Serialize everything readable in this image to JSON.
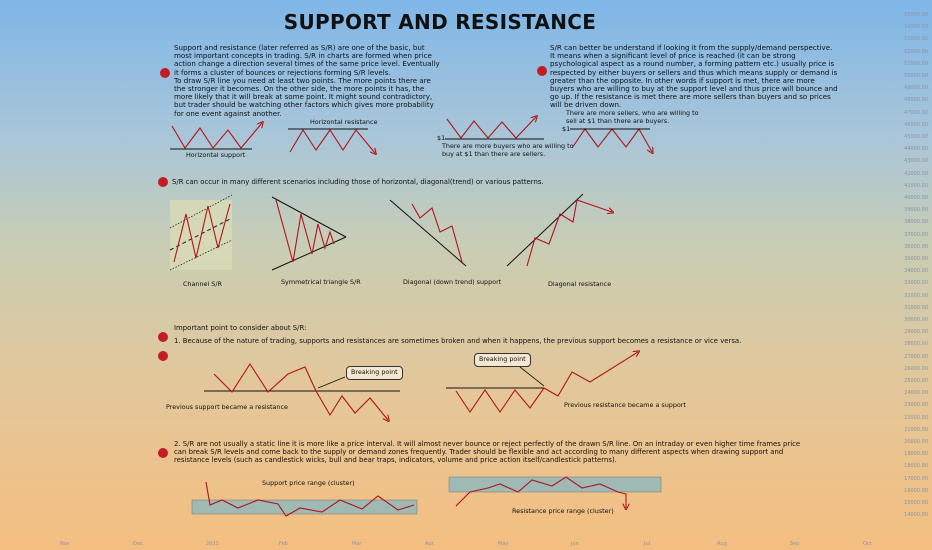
{
  "title": "SUPPORT AND RESISTANCE",
  "intro": {
    "left": "Support and resistance (later referred as S/R) are one of the basic, but\nmost important concepts in trading. S/R in charts are formed when price\naction change a direction several times of the same price level. Eventually\nit forms a cluster of bounces or rejections forming S/R levels.\nTo draw S/R line you need at least two points. The more points there are\nthe stronger it becomes. On the other side, the more points it has, the\nmore likely that it will break at some point. It might sound contradictory,\nbut trader should be watching other factors which gives more probability\nfor one event against another.",
    "right": "S/R can better be understand if looking it from the supply/demand perspective.\nIt means when a significant level of price is reached (it can be strong\npsychological aspect as a round number, a forming pattern etc.) usually price is\nrespected by either buyers or sellers and thus which means supply or demand is\ngreater than the opposite. In other words if support is met, there are more\nbuyers who are willing to buy at the support level and thus price will bounce and\ngo up. If the resistance is met there are more sellers than buyers and so prices\nwill be driven down."
  },
  "labels": {
    "horizontal_support": "Horizontal support",
    "horizontal_resistance": "Horizontal resistance",
    "dollar_1": "$1",
    "dollar_2": "$1",
    "buyers_note": "There are more buyers who are willing to\nbuy at $1 than there are sellers.",
    "sellers_note": "There are more sellers, who are willing to\nsell at $1 than there are buyers.",
    "scenarios": "S/R can occur in many different scenarios including those of horizontal, diagonal(trend) or various patterns.",
    "channel": "Channel S/R",
    "triangle": "Symmetrical triangle S/R",
    "diag_support": "Diagonal (down trend) support",
    "diag_resistance": "Diagonal resistance",
    "important": "Important point to consider about S/R:",
    "point1": "1. Because of the nature of trading, supports and resistances are sometimes broken and when it happens, the previous support becomes a resistance or vice versa.",
    "breaking_1": "Breaking point",
    "breaking_2": "Breaking point",
    "prev_support": "Previous support became a resistance",
    "prev_resistance": "Previous resistance became a support",
    "point2": "2. S/R are not usually a static line it is more like a price interval. It will almost never bounce or reject perfectly of the drawn S/R line. On an intraday or even higher time frames price\ncan break S/R levels and come back to the supply or demand zones frequently. Trader should be flexible and act according to many different aspects when drawing support and\nresistance levels (such as candlestick wicks, bull and bear traps, indicators, volume and price action itself/candlestick patterns).",
    "support_range": "Support price range (cluster)",
    "resistance_range": "Resistance price range (cluster)"
  },
  "axis_ticks": [
    "55000.00",
    "54000.00",
    "53000.00",
    "52000.00",
    "51000.00",
    "50000.00",
    "49000.00",
    "48000.00",
    "47000.00",
    "46000.00",
    "45000.00",
    "44000.00",
    "43000.00",
    "42000.00",
    "41000.00",
    "40000.00",
    "39000.00",
    "38000.00",
    "37000.00",
    "36000.00",
    "35000.00",
    "34000.00",
    "33000.00",
    "32000.00",
    "31000.00",
    "30000.00",
    "29000.00",
    "28000.00",
    "27000.00",
    "26000.00",
    "25000.00",
    "24000.00",
    "23000.00",
    "22000.00",
    "21000.00",
    "20000.00",
    "19000.00",
    "18000.00",
    "17000.00",
    "16000.00",
    "15000.00",
    "14000.00"
  ],
  "x_ticks": [
    "Nov",
    "Dec",
    "2021",
    "Feb",
    "Mar",
    "Apr",
    "May",
    "Jun",
    "Jul",
    "Aug",
    "Sep",
    "Oct"
  ],
  "colors": {
    "line": "#b0141c",
    "bullet": "#c21d24",
    "zone": "#9fb9b4"
  }
}
